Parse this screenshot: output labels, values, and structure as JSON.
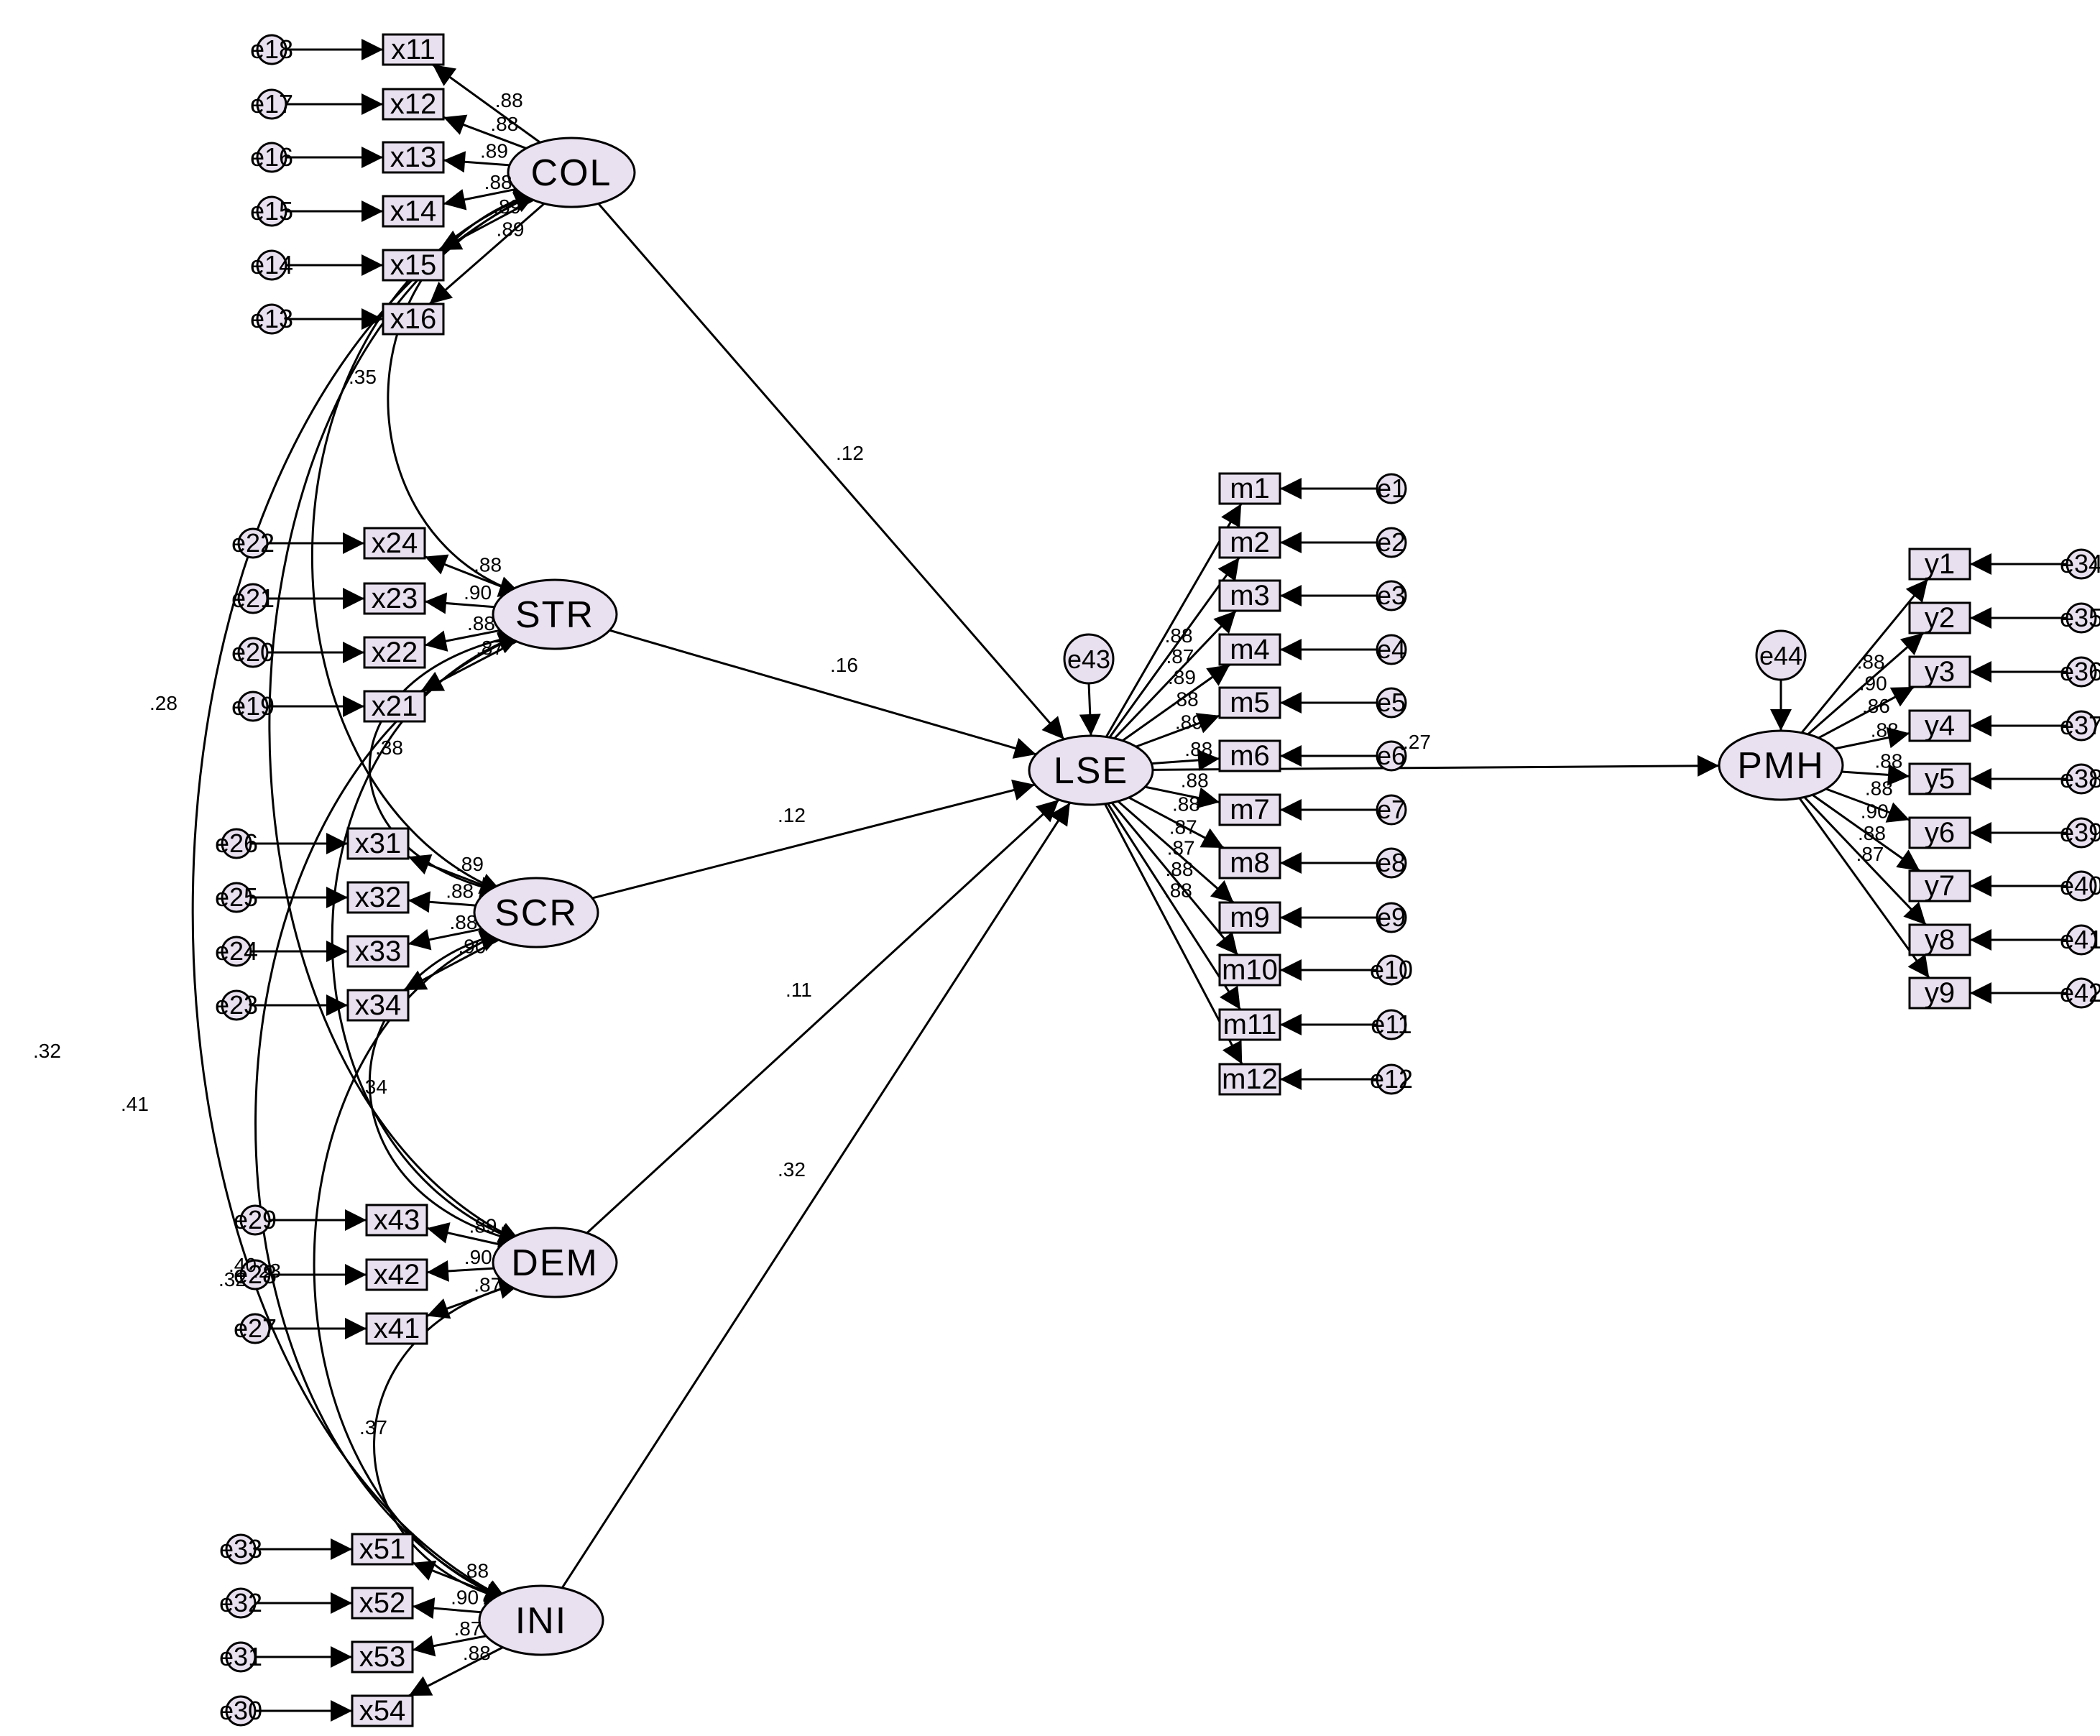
{
  "latents": [
    {
      "id": "COL",
      "label": "COL"
    },
    {
      "id": "STR",
      "label": "STR"
    },
    {
      "id": "SCR",
      "label": "SCR"
    },
    {
      "id": "DEM",
      "label": "DEM"
    },
    {
      "id": "INI",
      "label": "INI"
    },
    {
      "id": "LSE",
      "label": "LSE"
    },
    {
      "id": "PMH",
      "label": "PMH"
    }
  ],
  "disturbances": [
    {
      "id": "e43",
      "label": "e43",
      "target": "LSE"
    },
    {
      "id": "e44",
      "label": "e44",
      "target": "PMH"
    }
  ],
  "indicator_groups": [
    {
      "latent": "COL",
      "items": [
        {
          "label": "x11",
          "error": "e18",
          "loading": ".88"
        },
        {
          "label": "x12",
          "error": "e17",
          "loading": ".88"
        },
        {
          "label": "x13",
          "error": "e16",
          "loading": ".89"
        },
        {
          "label": "x14",
          "error": "e15",
          "loading": ".88"
        },
        {
          "label": "x15",
          "error": "e14",
          "loading": ".89"
        },
        {
          "label": "x16",
          "error": "e13",
          "loading": ".89"
        }
      ]
    },
    {
      "latent": "STR",
      "items": [
        {
          "label": "x24",
          "error": "e22",
          "loading": ".88"
        },
        {
          "label": "x23",
          "error": "e21",
          "loading": ".90"
        },
        {
          "label": "x22",
          "error": "e20",
          "loading": ".88"
        },
        {
          "label": "x21",
          "error": "e19",
          "loading": ".87"
        }
      ]
    },
    {
      "latent": "SCR",
      "items": [
        {
          "label": "x31",
          "error": "e26",
          "loading": ".89"
        },
        {
          "label": "x32",
          "error": "e25",
          "loading": ".88"
        },
        {
          "label": "x33",
          "error": "e24",
          "loading": ".88"
        },
        {
          "label": "x34",
          "error": "e23",
          "loading": ".90"
        }
      ]
    },
    {
      "latent": "DEM",
      "items": [
        {
          "label": "x43",
          "error": "e29",
          "loading": ".89"
        },
        {
          "label": "x42",
          "error": "e28",
          "loading": ".90"
        },
        {
          "label": "x41",
          "error": "e27",
          "loading": ".87"
        }
      ]
    },
    {
      "latent": "INI",
      "items": [
        {
          "label": "x51",
          "error": "e33",
          "loading": ".88"
        },
        {
          "label": "x52",
          "error": "e32",
          "loading": ".90"
        },
        {
          "label": "x53",
          "error": "e31",
          "loading": ".87"
        },
        {
          "label": "x54",
          "error": "e30",
          "loading": ".88"
        }
      ]
    },
    {
      "latent": "LSE",
      "items": [
        {
          "label": "m1",
          "error": "e1",
          "loading": ".88"
        },
        {
          "label": "m2",
          "error": "e2",
          "loading": ".87"
        },
        {
          "label": "m3",
          "error": "e3",
          "loading": ".89"
        },
        {
          "label": "m4",
          "error": "e4",
          "loading": ".88"
        },
        {
          "label": "m5",
          "error": "e5",
          "loading": ".89"
        },
        {
          "label": "m6",
          "error": "e6",
          "loading": ".88"
        },
        {
          "label": "m7",
          "error": "e7",
          "loading": ".88"
        },
        {
          "label": "m8",
          "error": "e8",
          "loading": ".88"
        },
        {
          "label": "m9",
          "error": "e9",
          "loading": ".87"
        },
        {
          "label": "m10",
          "error": "e10",
          "loading": ".87"
        },
        {
          "label": "m11",
          "error": "e11",
          "loading": ".88"
        },
        {
          "label": "m12",
          "error": "e12",
          "loading": ".88"
        }
      ]
    },
    {
      "latent": "PMH",
      "items": [
        {
          "label": "y1",
          "error": "e34",
          "loading": ".88"
        },
        {
          "label": "y2",
          "error": "e35",
          "loading": ".90"
        },
        {
          "label": "y3",
          "error": "e36",
          "loading": ".86"
        },
        {
          "label": "y4",
          "error": "e37",
          "loading": ".88"
        },
        {
          "label": "y5",
          "error": "e38",
          "loading": ".88"
        },
        {
          "label": "y6",
          "error": "e39",
          "loading": ".88"
        },
        {
          "label": "y7",
          "error": "e40",
          "loading": ".90"
        },
        {
          "label": "y8",
          "error": "e41",
          "loading": ".88"
        },
        {
          "label": "y9",
          "error": "e42",
          "loading": ".87"
        }
      ]
    }
  ],
  "structural_paths": [
    {
      "from": "COL",
      "to": "LSE",
      "coef": ".12"
    },
    {
      "from": "STR",
      "to": "LSE",
      "coef": ".16"
    },
    {
      "from": "SCR",
      "to": "LSE",
      "coef": ".12"
    },
    {
      "from": "DEM",
      "to": "LSE",
      "coef": ".11"
    },
    {
      "from": "INI",
      "to": "LSE",
      "coef": ".32"
    },
    {
      "from": "LSE",
      "to": "PMH",
      "coef": ".27"
    }
  ],
  "covariances": [
    {
      "a": "COL",
      "b": "STR",
      "coef": ".35"
    },
    {
      "a": "COL",
      "b": "SCR",
      "coef": ".28"
    },
    {
      "a": "COL",
      "b": "DEM",
      "coef": ".32"
    },
    {
      "a": "COL",
      "b": "INI",
      "coef": ".41"
    },
    {
      "a": "STR",
      "b": "SCR",
      "coef": ".38"
    },
    {
      "a": "STR",
      "b": "DEM",
      "coef": ".32"
    },
    {
      "a": "STR",
      "b": "INI",
      "coef": ".40"
    },
    {
      "a": "SCR",
      "b": "DEM",
      "coef": ".34"
    },
    {
      "a": "SCR",
      "b": "INI",
      "coef": ".23"
    },
    {
      "a": "DEM",
      "b": "INI",
      "coef": ".37"
    }
  ]
}
